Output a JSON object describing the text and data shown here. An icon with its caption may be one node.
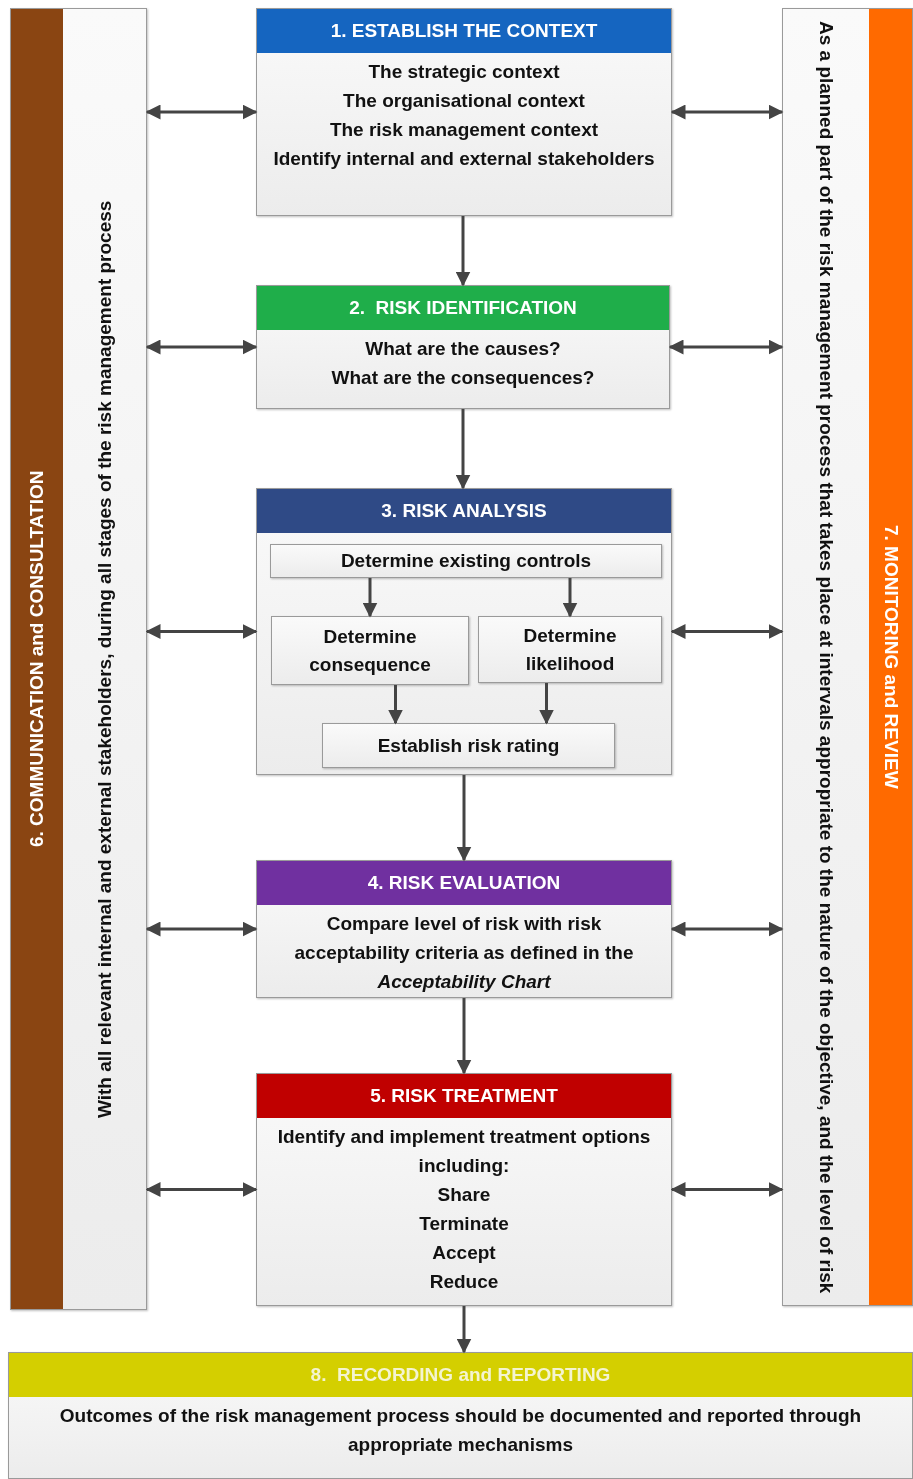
{
  "diagram": {
    "nodes": [
      {
        "text": [
          "6. COMMUNICATION and CONSULTATION",
          "With all relevant internal and external stakeholders, during all stages of the risk management process"
        ]
      },
      {
        "text": [
          "1. ESTABLISH THE CONTEXT",
          "The strategic context",
          "The organisational context",
          "The risk management context",
          "Identify internal and external stakeholders"
        ]
      },
      {
        "text": [
          "2.  RISK IDENTIFICATION",
          "What are the causes?",
          "What are the consequences?"
        ]
      },
      {
        "text": [
          "3. RISK ANALYSIS"
        ]
      },
      {
        "text": [
          "Determine existing controls"
        ],
        "in": 3
      },
      {
        "text": [
          "Determine consequence"
        ],
        "in": 3
      },
      {
        "text": [
          "Determine likelihood"
        ],
        "in": 3
      },
      {
        "text": [
          "Establish risk rating"
        ],
        "in": 3
      },
      {
        "text": [
          "4. RISK EVALUATION",
          "Compare level of risk with risk acceptability criteria as defined in the *Acceptability Chart*"
        ]
      },
      {
        "text": [
          "5. RISK TREATMENT",
          "Identify and implement treatment options including:",
          "Share",
          "Terminate",
          "Accept",
          "Reduce"
        ]
      },
      {
        "text": [
          "7. MONITORING and REVIEW",
          "As a planned part of the risk management process that takes place at intervals appropriate to the nature of the objective, and the level of risk"
        ]
      },
      {
        "text": [
          "8.  RECORDING and REPORTING",
          "Outcomes of the risk management process should be documented and reported through appropriate mechanisms"
        ]
      }
    ],
    "edges": [
      {
        "from": 1,
        "to": 2,
        "arrow": "to"
      },
      {
        "from": 2,
        "to": 3,
        "arrow": "to"
      },
      {
        "from": 4,
        "to": 5,
        "arrow": "to"
      },
      {
        "from": 4,
        "to": 6,
        "arrow": "to"
      },
      {
        "from": 5,
        "to": 7,
        "arrow": "to"
      },
      {
        "from": 6,
        "to": 7,
        "arrow": "to"
      },
      {
        "from": 3,
        "to": 8,
        "arrow": "to"
      },
      {
        "from": 8,
        "to": 9,
        "arrow": "to"
      },
      {
        "from": 9,
        "to": 11,
        "arrow": "to"
      },
      {
        "from": 0,
        "to": 1,
        "arrow": "both"
      },
      {
        "from": 0,
        "to": 2,
        "arrow": "both"
      },
      {
        "from": 0,
        "to": 3,
        "arrow": "both"
      },
      {
        "from": 0,
        "to": 8,
        "arrow": "both"
      },
      {
        "from": 0,
        "to": 9,
        "arrow": "both"
      },
      {
        "from": 1,
        "to": 10,
        "arrow": "both"
      },
      {
        "from": 2,
        "to": 10,
        "arrow": "both"
      },
      {
        "from": 3,
        "to": 10,
        "arrow": "both"
      },
      {
        "from": 8,
        "to": 10,
        "arrow": "both"
      },
      {
        "from": 9,
        "to": 10,
        "arrow": "both"
      }
    ]
  }
}
